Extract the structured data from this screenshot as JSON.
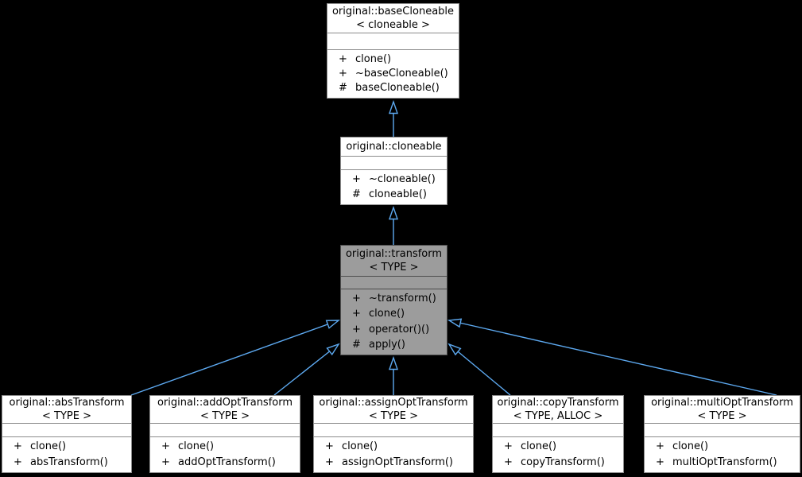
{
  "colors": {
    "bg": "#000000",
    "node_fill": "#ffffff",
    "node_border": "#8c8c8c",
    "hl_fill": "#9c9c9c",
    "hl_border": "#4d4d4d",
    "arrow": "#5da9f0"
  },
  "classes": [
    {
      "title1": "original::baseCloneable",
      "title2": "< cloneable >",
      "members": [
        {
          "access": "+",
          "name": "clone()"
        },
        {
          "access": "+",
          "name": "~baseCloneable()"
        },
        {
          "access": "#",
          "name": "baseCloneable()"
        }
      ]
    },
    {
      "title1": "original::cloneable",
      "title2": "",
      "members": [
        {
          "access": "+",
          "name": "~cloneable()"
        },
        {
          "access": "#",
          "name": "cloneable()"
        }
      ]
    },
    {
      "title1": "original::transform",
      "title2": "< TYPE >",
      "members": [
        {
          "access": "+",
          "name": "~transform()"
        },
        {
          "access": "+",
          "name": "clone()"
        },
        {
          "access": "+",
          "name": "operator()()"
        },
        {
          "access": "#",
          "name": "apply()"
        }
      ]
    },
    {
      "title1": "original::absTransform",
      "title2": "< TYPE >",
      "members": [
        {
          "access": "+",
          "name": "clone()"
        },
        {
          "access": "+",
          "name": "absTransform()"
        }
      ]
    },
    {
      "title1": "original::addOptTransform",
      "title2": "< TYPE >",
      "members": [
        {
          "access": "+",
          "name": "clone()"
        },
        {
          "access": "+",
          "name": "addOptTransform()"
        }
      ]
    },
    {
      "title1": "original::assignOptTransform",
      "title2": "< TYPE >",
      "members": [
        {
          "access": "+",
          "name": "clone()"
        },
        {
          "access": "+",
          "name": "assignOptTransform()"
        }
      ]
    },
    {
      "title1": "original::copyTransform",
      "title2": "< TYPE, ALLOC >",
      "members": [
        {
          "access": "+",
          "name": "clone()"
        },
        {
          "access": "+",
          "name": "copyTransform()"
        }
      ]
    },
    {
      "title1": "original::multiOptTransform",
      "title2": "< TYPE >",
      "members": [
        {
          "access": "+",
          "name": "clone()"
        },
        {
          "access": "+",
          "name": "multiOptTransform()"
        }
      ]
    }
  ],
  "edges": [
    {
      "from": "original::cloneable",
      "to": "original::baseCloneable< cloneable >",
      "type": "public-inheritance"
    },
    {
      "from": "original::transform< TYPE >",
      "to": "original::cloneable",
      "type": "public-inheritance"
    },
    {
      "from": "original::absTransform< TYPE >",
      "to": "original::transform< TYPE >",
      "type": "public-inheritance"
    },
    {
      "from": "original::addOptTransform< TYPE >",
      "to": "original::transform< TYPE >",
      "type": "public-inheritance"
    },
    {
      "from": "original::assignOptTransform< TYPE >",
      "to": "original::transform< TYPE >",
      "type": "public-inheritance"
    },
    {
      "from": "original::copyTransform< TYPE, ALLOC >",
      "to": "original::transform< TYPE >",
      "type": "public-inheritance"
    },
    {
      "from": "original::multiOptTransform< TYPE >",
      "to": "original::transform< TYPE >",
      "type": "public-inheritance"
    }
  ]
}
